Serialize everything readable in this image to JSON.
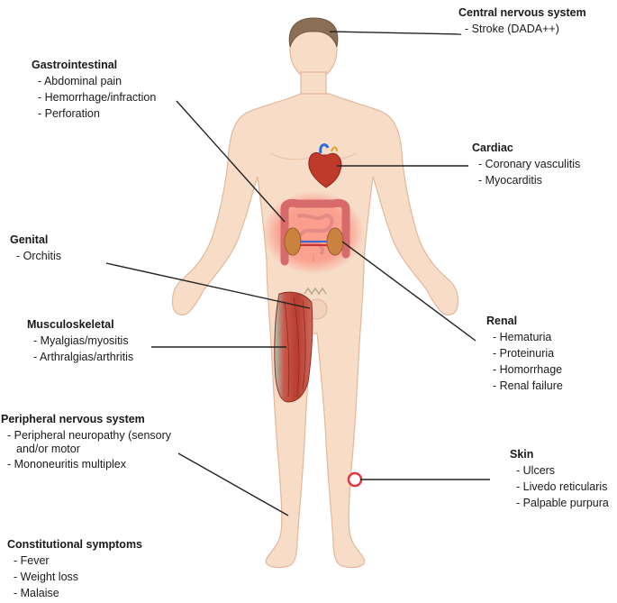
{
  "colors": {
    "skin": "#f7dcc7",
    "skin_outline": "#e2b79b",
    "hair": "#8a6e55",
    "muscle": "#c44a3a",
    "leader_line": "#222222",
    "inflammation": "#ff3b30"
  },
  "sections": {
    "cns": {
      "heading": "Central nervous system",
      "items": [
        "Stroke (DADA++)"
      ]
    },
    "gastro": {
      "heading": "Gastrointestinal",
      "items": [
        "Abdominal pain",
        "Hemorrhage/infraction",
        "Perforation"
      ]
    },
    "cardiac": {
      "heading": "Cardiac",
      "items": [
        "Coronary vasculitis",
        "Myocarditis"
      ]
    },
    "genital": {
      "heading": "Genital",
      "items": [
        "Orchitis"
      ]
    },
    "musculo": {
      "heading": "Musculoskeletal",
      "items": [
        "Myalgias/myositis",
        "Arthralgias/arthritis"
      ]
    },
    "renal": {
      "heading": "Renal",
      "items": [
        "Hematuria",
        "Proteinuria",
        "Homorrhage",
        "Renal failure"
      ]
    },
    "pns": {
      "heading": "Peripheral nervous system",
      "items": [
        "Peripheral neuropathy (sensory",
        "and/or motor",
        "Mononeuritis multiplex"
      ]
    },
    "skin": {
      "heading": "Skin",
      "items": [
        "Ulcers",
        "Livedo reticularis",
        "Palpable purpura"
      ]
    },
    "constitutional": {
      "heading": "Constitutional symptoms",
      "items": [
        "Fever",
        "Weight loss",
        "Malaise"
      ]
    }
  }
}
